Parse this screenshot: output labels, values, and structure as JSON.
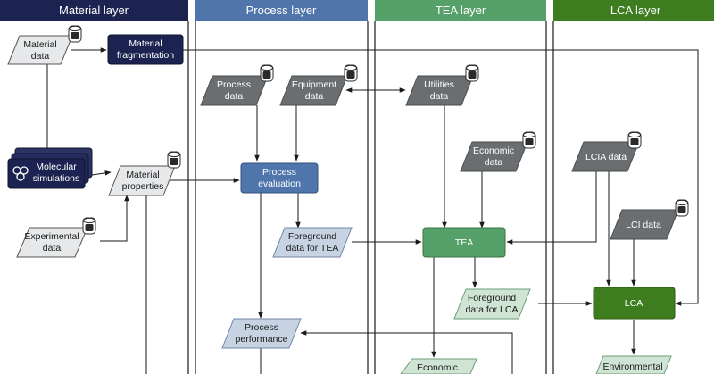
{
  "lanes": [
    {
      "title": "Material layer",
      "color": "#1c2350"
    },
    {
      "title": "Process layer",
      "color": "#4f75aa"
    },
    {
      "title": "TEA layer",
      "color": "#56a06a"
    },
    {
      "title": "LCA layer",
      "color": "#3e7d1f"
    }
  ],
  "nodes": {
    "material_data": [
      "Material",
      "data"
    ],
    "material_fragmentation": [
      "Material",
      "fragmentation"
    ],
    "molecular_simulations": [
      "Molecular",
      "simulations"
    ],
    "material_properties": [
      "Material",
      "properties"
    ],
    "experimental_data": [
      "Experimental",
      "data"
    ],
    "process_data": [
      "Process",
      "data"
    ],
    "equipment_data": [
      "Equipment",
      "data"
    ],
    "process_evaluation": [
      "Process",
      "evaluation"
    ],
    "foreground_tea": [
      "Foreground",
      "data for TEA"
    ],
    "process_performance": [
      "Process",
      "performance"
    ],
    "utilities_data": [
      "Utilities",
      "data"
    ],
    "economic_data": [
      "Economic",
      "data"
    ],
    "tea": [
      "TEA"
    ],
    "foreground_lca": [
      "Foreground",
      "data for LCA"
    ],
    "economic_out": [
      "Economic"
    ],
    "lcia_data": [
      "LCIA  data"
    ],
    "lci_data": [
      "LCI data"
    ],
    "lca": [
      "LCA"
    ],
    "environmental_out": [
      "Environmental"
    ]
  },
  "colors": {
    "navy": "#1c2350",
    "blue": "#4f75aa",
    "green": "#56a06a",
    "dark_green": "#3e7d1f",
    "light_gray": "#e6e8ea",
    "dark_gray": "#6b6e70",
    "light_blue": "#c7d3e3",
    "light_green": "#cfe4d3",
    "arrow": "#1a1a1a"
  },
  "icons": [
    "database-icon",
    "molecule-icon"
  ]
}
